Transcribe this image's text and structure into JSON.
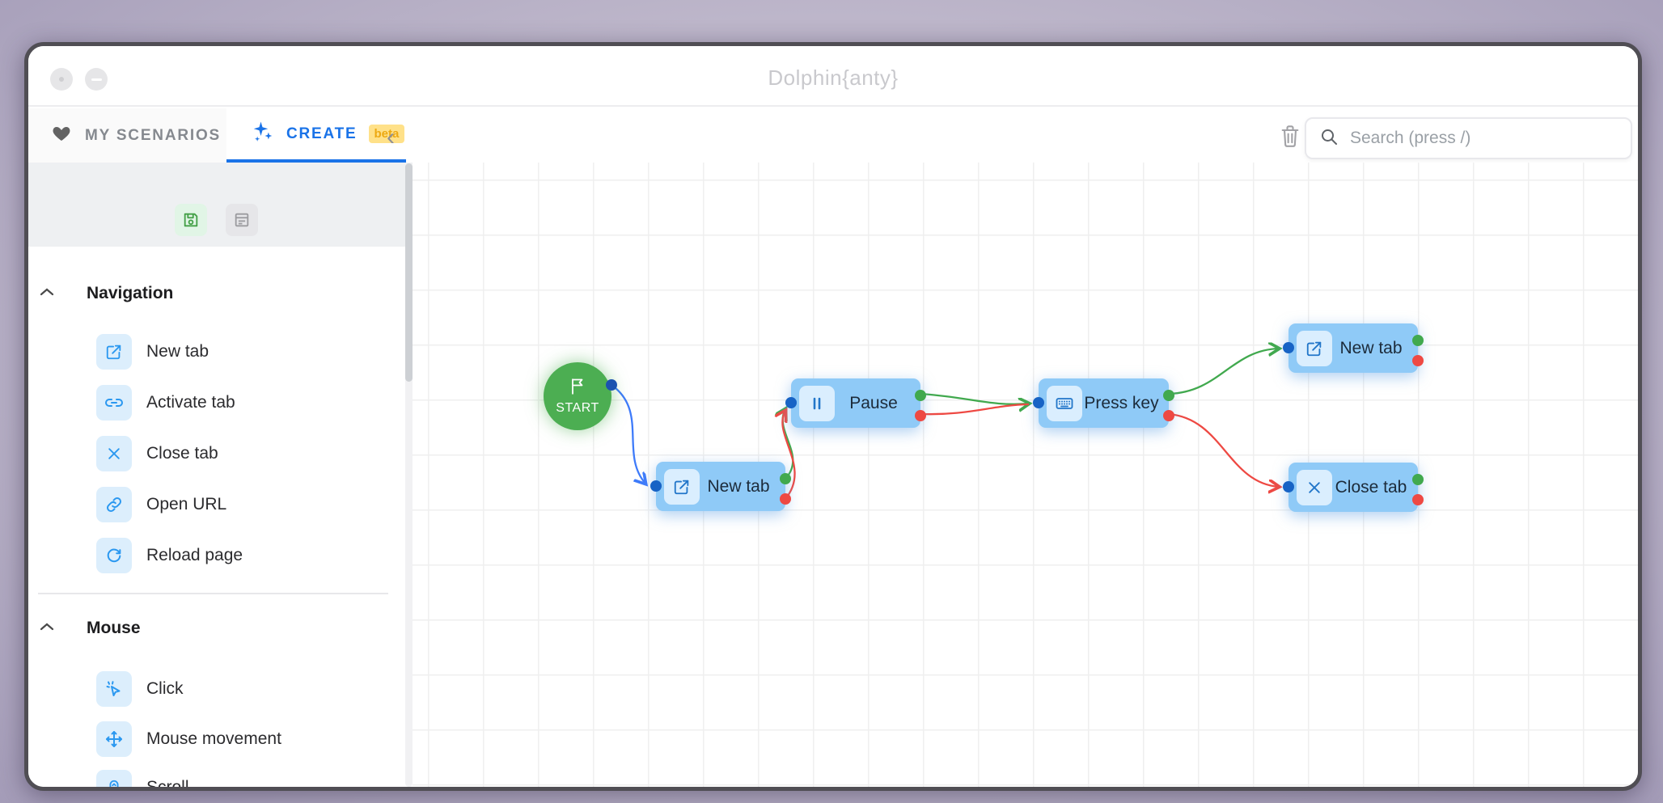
{
  "window": {
    "title": "Dolphin{anty}"
  },
  "tabs": {
    "my_scenarios": "MY SCENARIOS",
    "create": "CREATE",
    "beta_badge": "beta"
  },
  "toolbar": {
    "search_placeholder": "Search (press /)"
  },
  "sidebar": {
    "sections": [
      {
        "title": "Navigation",
        "items": [
          {
            "label": "New tab"
          },
          {
            "label": "Activate tab"
          },
          {
            "label": "Close tab"
          },
          {
            "label": "Open URL"
          },
          {
            "label": "Reload page"
          }
        ]
      },
      {
        "title": "Mouse",
        "items": [
          {
            "label": "Click"
          },
          {
            "label": "Mouse movement"
          },
          {
            "label": "Scroll"
          }
        ]
      }
    ]
  },
  "canvas": {
    "start_label": "START",
    "nodes": [
      {
        "label": "New tab"
      },
      {
        "label": "Pause"
      },
      {
        "label": "Press key"
      },
      {
        "label": "New tab"
      },
      {
        "label": "Close tab"
      }
    ],
    "edges": [
      {
        "from": "start",
        "to": "new-tab-1",
        "color": "blue"
      },
      {
        "from": "new-tab-1-success",
        "to": "pause",
        "color": "green"
      },
      {
        "from": "new-tab-1-fail",
        "to": "pause",
        "color": "red"
      },
      {
        "from": "pause-success",
        "to": "press-key",
        "color": "green"
      },
      {
        "from": "pause-fail",
        "to": "press-key",
        "color": "red"
      },
      {
        "from": "press-key-success",
        "to": "new-tab-2",
        "color": "green"
      },
      {
        "from": "press-key-fail",
        "to": "close-tab",
        "color": "red"
      }
    ]
  },
  "colors": {
    "accent_blue": "#1a73e8",
    "node_blue": "#8fcaf7",
    "success_green": "#41a94e",
    "fail_red": "#ee4943",
    "input_port_blue": "#1763c5",
    "start_green": "#4cae52"
  }
}
